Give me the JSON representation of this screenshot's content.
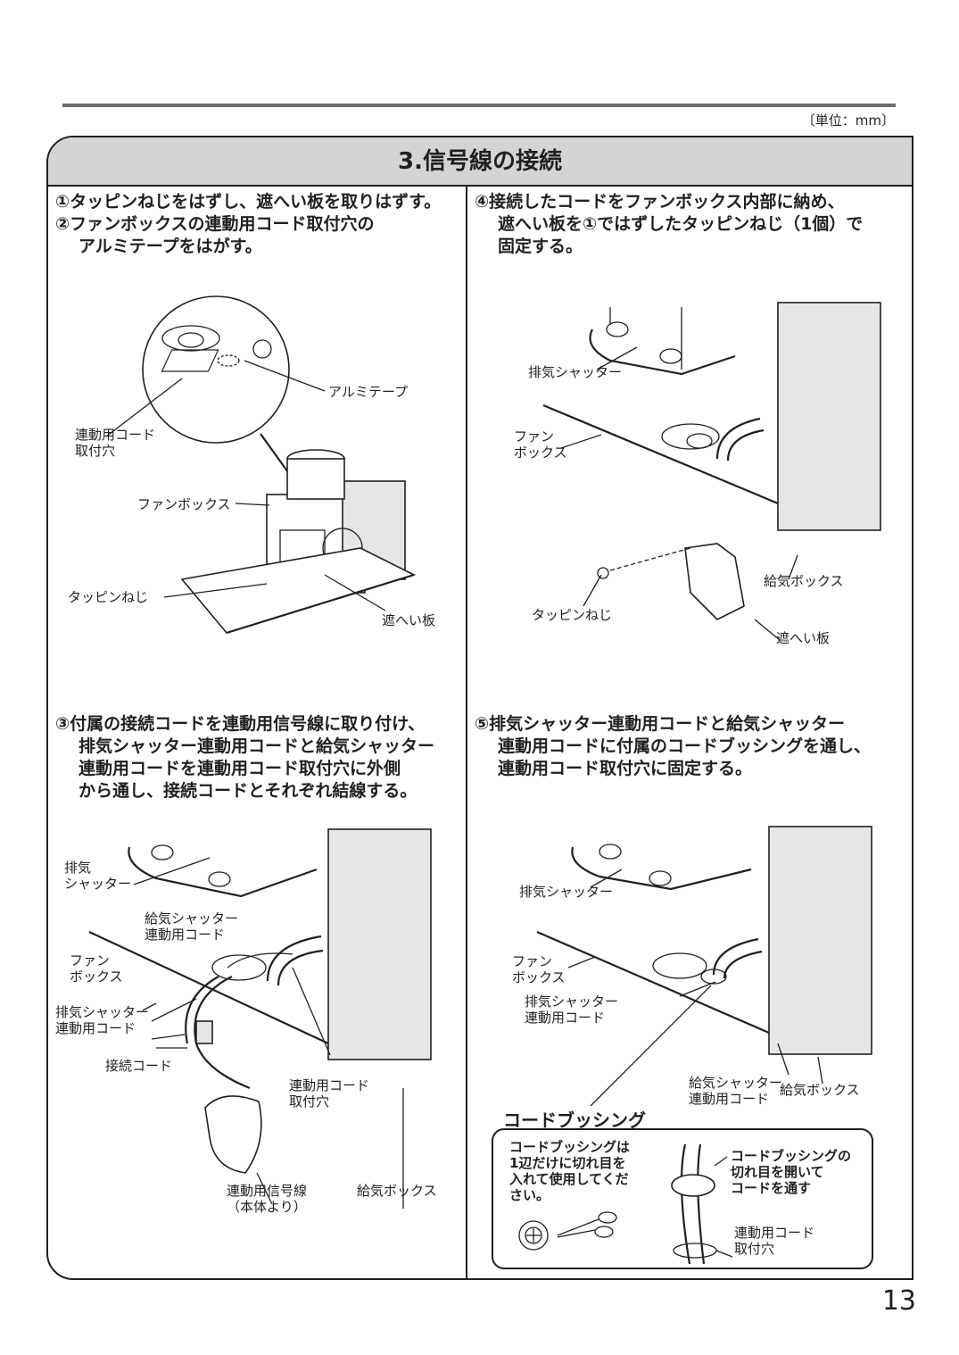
{
  "unit_note": "〔単位：mm〕",
  "section_title": "3.信号線の接続",
  "step1": {
    "lines": [
      "①タッピンねじをはずし、遮へい板を取りはずす。",
      "②ファンボックスの連動用コード取付穴の",
      "アルミテープをはがす。"
    ]
  },
  "step4": {
    "lines": [
      "④接続したコードをファンボックス内部に納め、",
      "遮へい板を①ではずしたタッピンねじ（1個）で",
      "固定する。"
    ]
  },
  "step3": {
    "lines": [
      "③付属の接続コードを連動用信号線に取り付け、",
      "排気シャッター連動用コードと給気シャッター",
      "連動用コードを連動用コード取付穴に外側",
      "から通し、接続コードとそれぞれ結線する。"
    ]
  },
  "step5": {
    "lines": [
      "⑤排気シャッター連動用コードと給気シャッター",
      "連動用コードに付属のコードブッシングを通し、",
      "連動用コード取付穴に固定する。"
    ]
  },
  "fig1": {
    "aluminum_tape": "アルミテープ",
    "cord_hole": [
      "連動用コード",
      "取付穴"
    ],
    "fan_box": "ファンボックス",
    "tapping_screw": "タッピンねじ",
    "shield_plate": "遮へい板"
  },
  "fig4": {
    "exhaust_shutter": "排気シャッター",
    "fan_box": [
      "ファン",
      "ボックス"
    ],
    "supply_box": "給気ボックス",
    "tapping_screw": "タッピンねじ",
    "shield_plate": "遮へい板"
  },
  "fig3": {
    "exhaust_shutter": [
      "排気",
      "シャッター"
    ],
    "supply_cord": [
      "給気シャッター",
      "連動用コード"
    ],
    "fan_box": [
      "ファン",
      "ボックス"
    ],
    "exhaust_cord": [
      "排気シャッター",
      "連動用コード"
    ],
    "connection_cord": "接続コード",
    "cord_hole": [
      "連動用コード",
      "取付穴"
    ],
    "signal_line": [
      "連動用信号線",
      "（本体より）"
    ],
    "supply_box": "給気ボックス"
  },
  "fig5": {
    "exhaust_shutter": "排気シャッター",
    "fan_box": [
      "ファン",
      "ボックス"
    ],
    "exhaust_cord": [
      "排気シャッター",
      "連動用コード"
    ],
    "supply_cord": [
      "給気シャッター",
      "連動用コード"
    ],
    "supply_box": "給気ボックス"
  },
  "bushing": {
    "title": "コードブッシング",
    "note_left": [
      "コードブッシングは",
      "1辺だけに切れ目を",
      "入れて使用してくだ",
      "さい。"
    ],
    "note_right": [
      "コードブッシングの",
      "切れ目を開いて",
      "コードを通す"
    ],
    "cord_hole": [
      "連動用コード",
      "取付穴"
    ]
  },
  "page_number": "13"
}
